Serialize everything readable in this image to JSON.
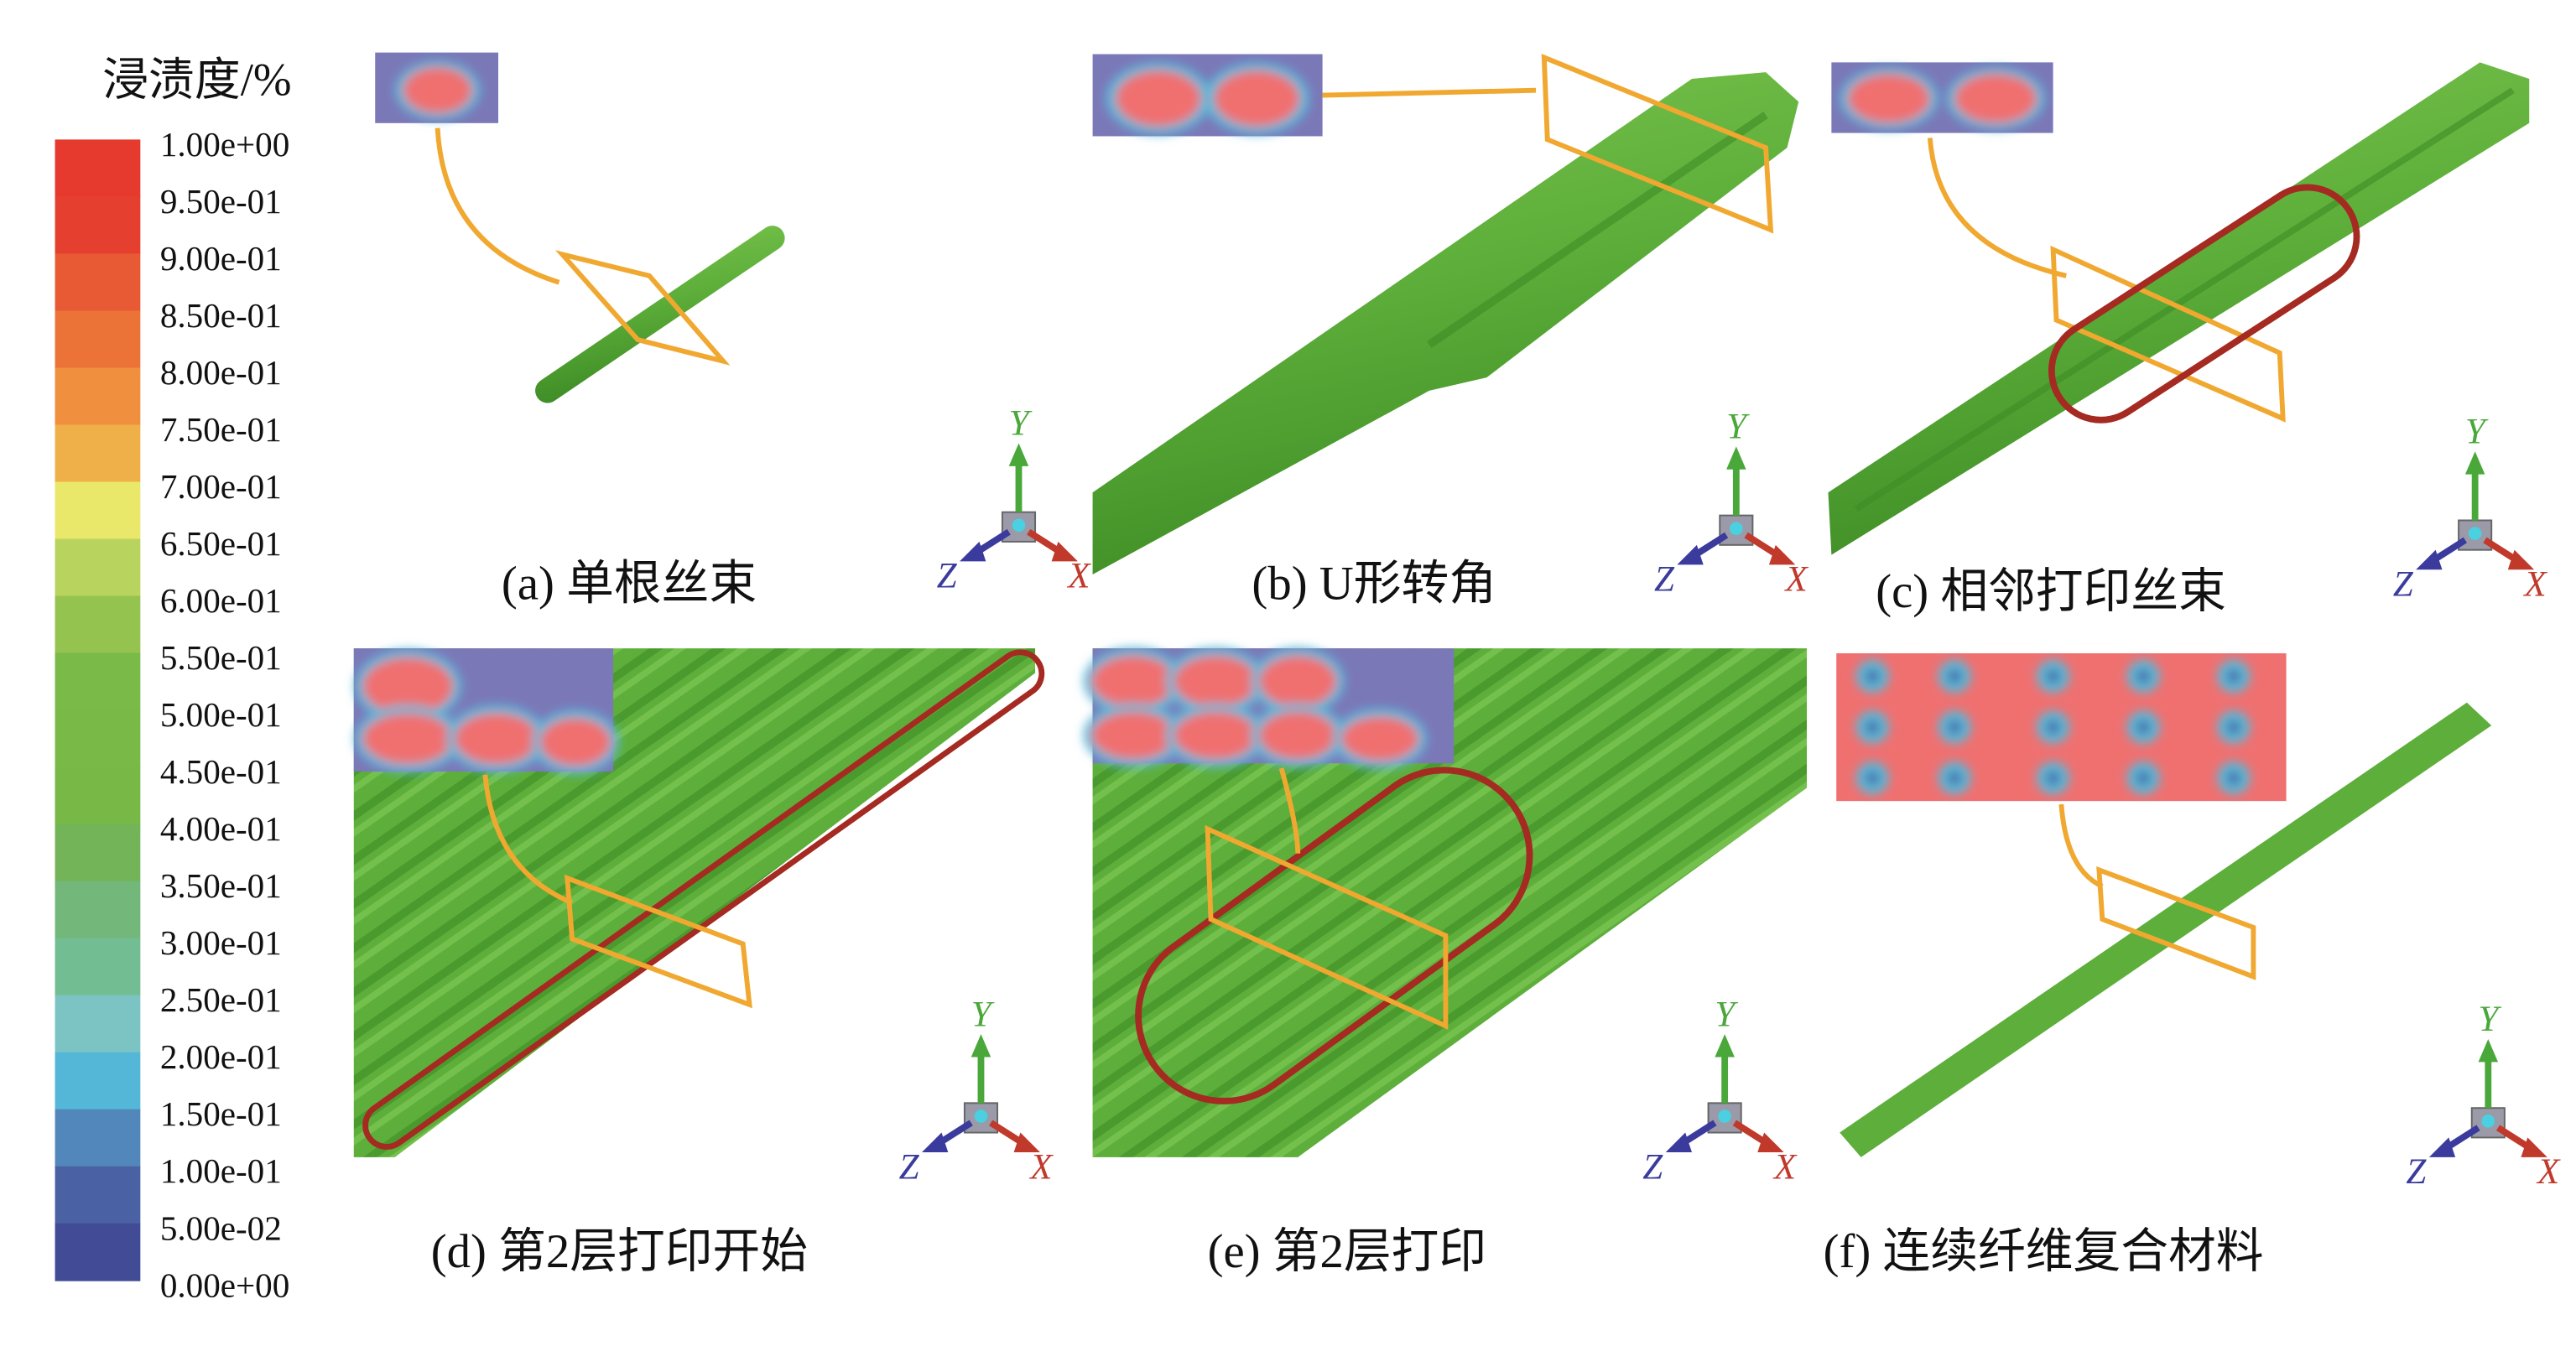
{
  "legend": {
    "title": "浸渍度/%",
    "ticks": [
      "1.00e+00",
      "9.50e-01",
      "9.00e-01",
      "8.50e-01",
      "8.00e-01",
      "7.50e-01",
      "7.00e-01",
      "6.50e-01",
      "6.00e-01",
      "5.50e-01",
      "5.00e-01",
      "4.50e-01",
      "4.00e-01",
      "3.50e-01",
      "3.00e-01",
      "2.50e-01",
      "2.00e-01",
      "1.50e-01",
      "1.00e-01",
      "5.00e-02",
      "0.00e+00"
    ],
    "colors": [
      "#e63a2e",
      "#e5402f",
      "#e85a33",
      "#ec7338",
      "#f08f3e",
      "#efb04a",
      "#eae86a",
      "#b9d45e",
      "#94c350",
      "#7aba48",
      "#78b947",
      "#77b847",
      "#73b458",
      "#73b77a",
      "#73bd93",
      "#7cc4c4",
      "#55b7d8",
      "#5287bb",
      "#4a62a3",
      "#424b96"
    ]
  },
  "panels": [
    {
      "label": "(a) 单根丝束"
    },
    {
      "label": "(b) U形转角"
    },
    {
      "label": "(c) 相邻打印丝束"
    },
    {
      "label": "(d) 第2层打印开始"
    },
    {
      "label": "(e) 第2层打印"
    },
    {
      "label": "(f) 连续纤维复合材料"
    }
  ],
  "axes": {
    "x": "X",
    "y": "Y",
    "z": "Z"
  },
  "colors": {
    "fiber": "#5dae3a",
    "plane": "#f0a830",
    "highlight": "#a42a22",
    "inset_bg": "#7b78b8",
    "inset_hot": "#f07070"
  }
}
